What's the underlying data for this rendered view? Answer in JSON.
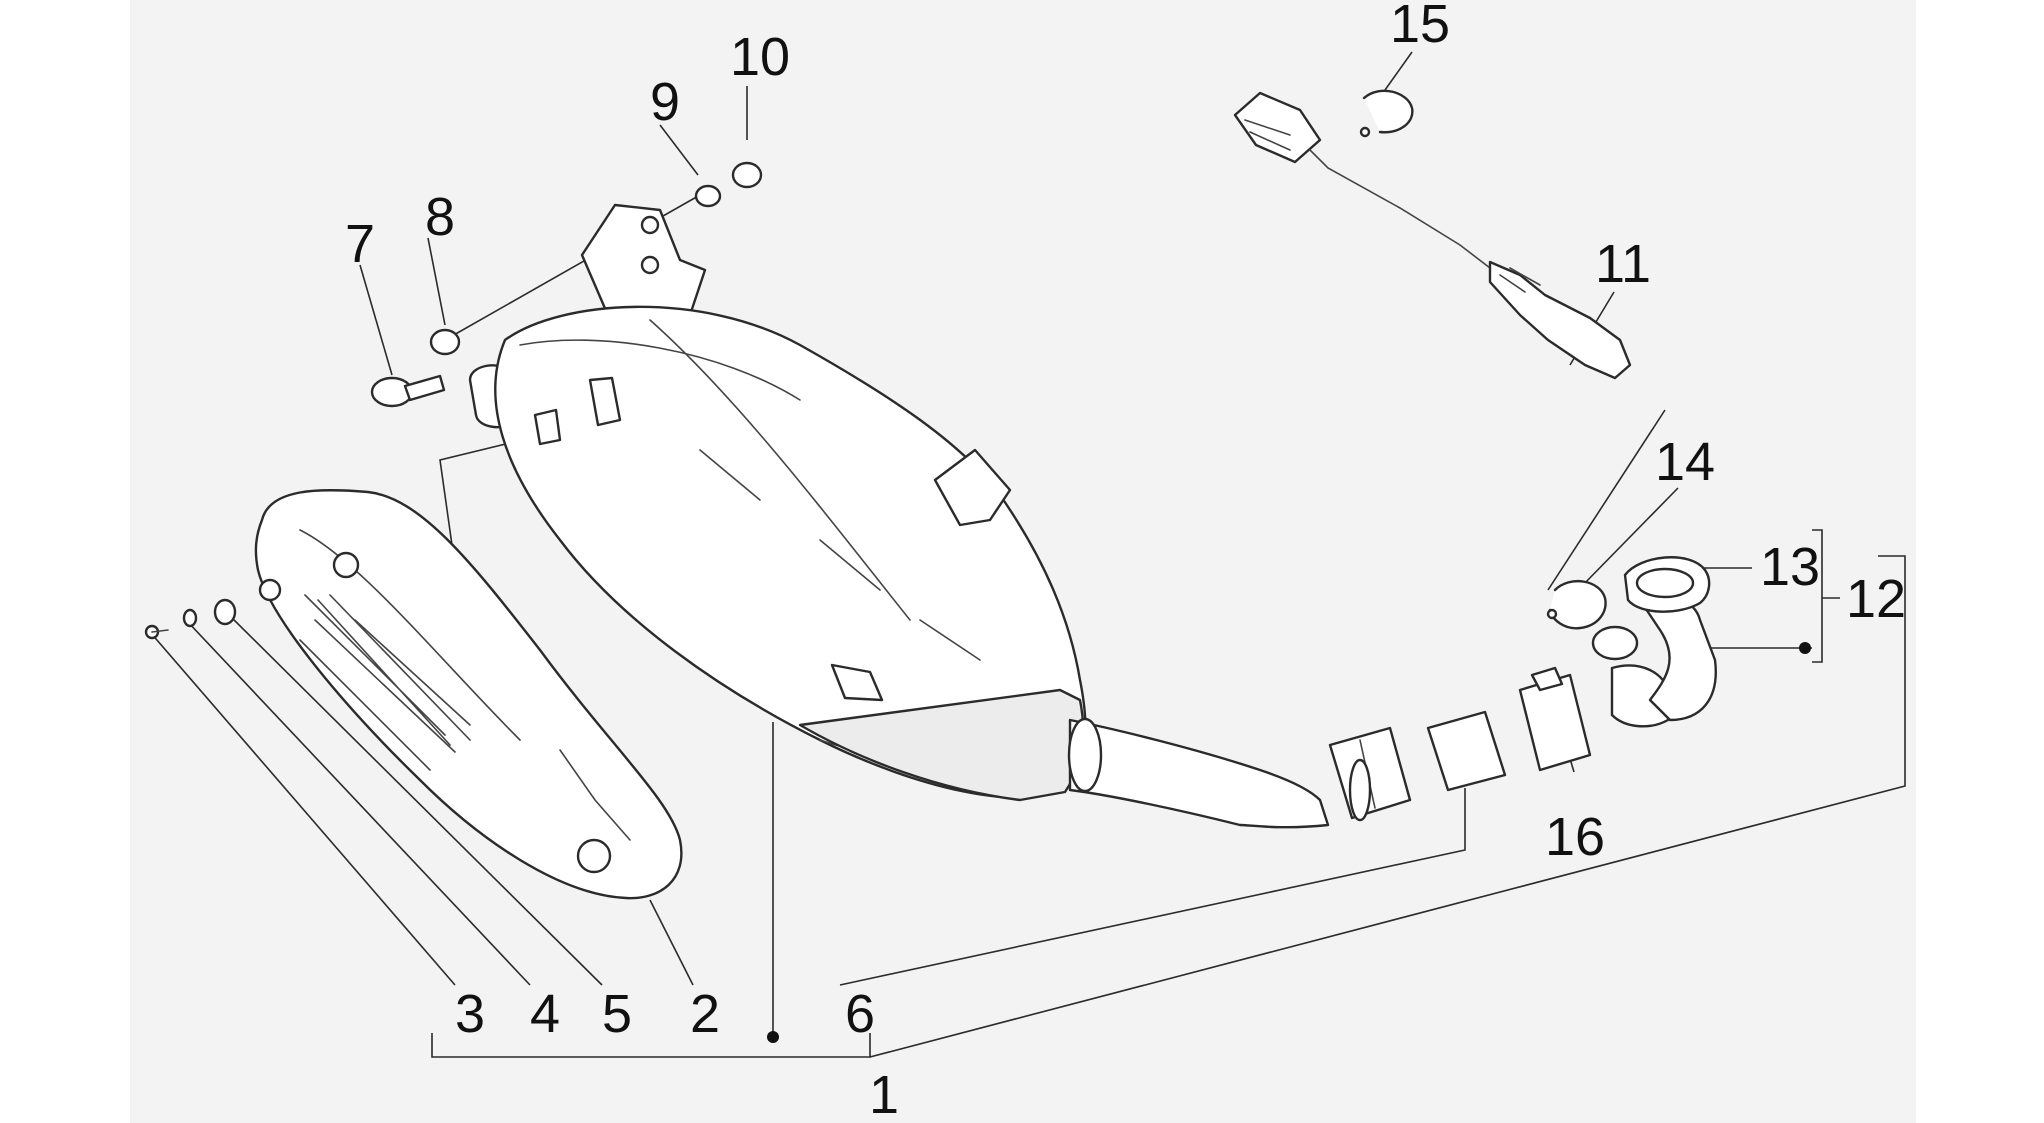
{
  "diagram": {
    "type": "exploded parts diagram",
    "subject": "exhaust silencer assembly",
    "callouts": {
      "c1": "1",
      "c2": "2",
      "c3": "3",
      "c4": "4",
      "c5": "5",
      "c6": "6",
      "c7": "7",
      "c8": "8",
      "c9": "9",
      "c10": "10",
      "c11": "11",
      "c12": "12",
      "c13": "13",
      "c14": "14",
      "c15": "15",
      "c16": "16"
    },
    "colors": {
      "background": "#f3f3f3",
      "line": "#2b2b2b",
      "part_fill": "#ffffff"
    }
  }
}
